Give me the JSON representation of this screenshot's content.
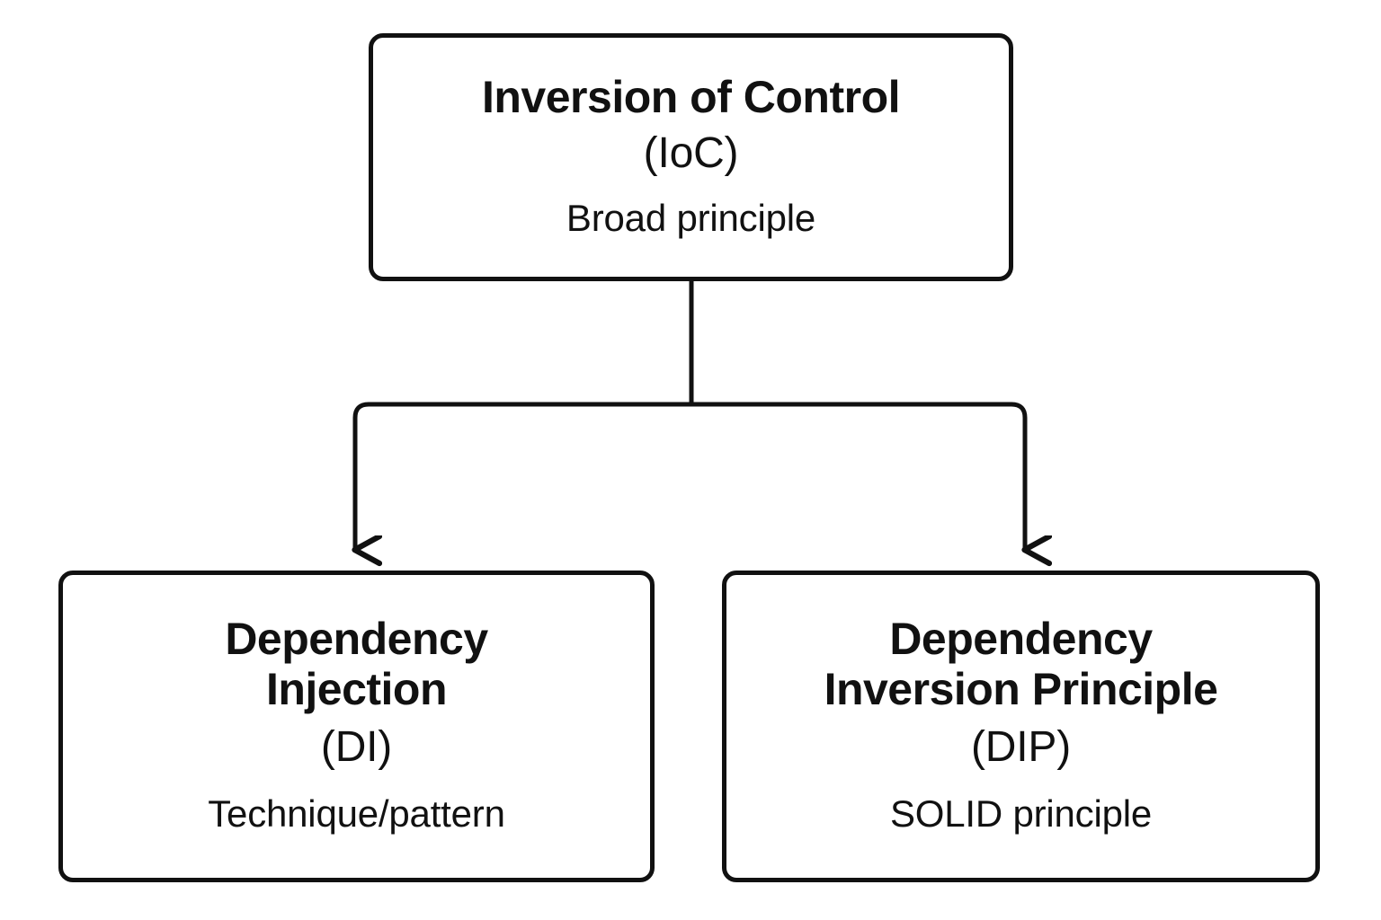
{
  "diagram": {
    "type": "hierarchy-tree",
    "background_color": "#ffffff",
    "stroke_color": "#111111",
    "stroke_width": 5,
    "nodes": [
      {
        "id": "ioc",
        "title": "Inversion of Control",
        "abbr": "(IoC)",
        "note": "Broad principle",
        "role": "root"
      },
      {
        "id": "di",
        "title": "Dependency\nInjection",
        "abbr": "(DI)",
        "note": "Technique/pattern",
        "role": "child"
      },
      {
        "id": "dip",
        "title": "Dependency\nInversion Principle",
        "abbr": "(DIP)",
        "note": "SOLID principle",
        "role": "child"
      }
    ],
    "edges": [
      {
        "from": "ioc",
        "to": "di",
        "style": "orthogonal-arrow",
        "arrowhead": "down"
      },
      {
        "from": "ioc",
        "to": "dip",
        "style": "orthogonal-arrow",
        "arrowhead": "down"
      }
    ]
  }
}
